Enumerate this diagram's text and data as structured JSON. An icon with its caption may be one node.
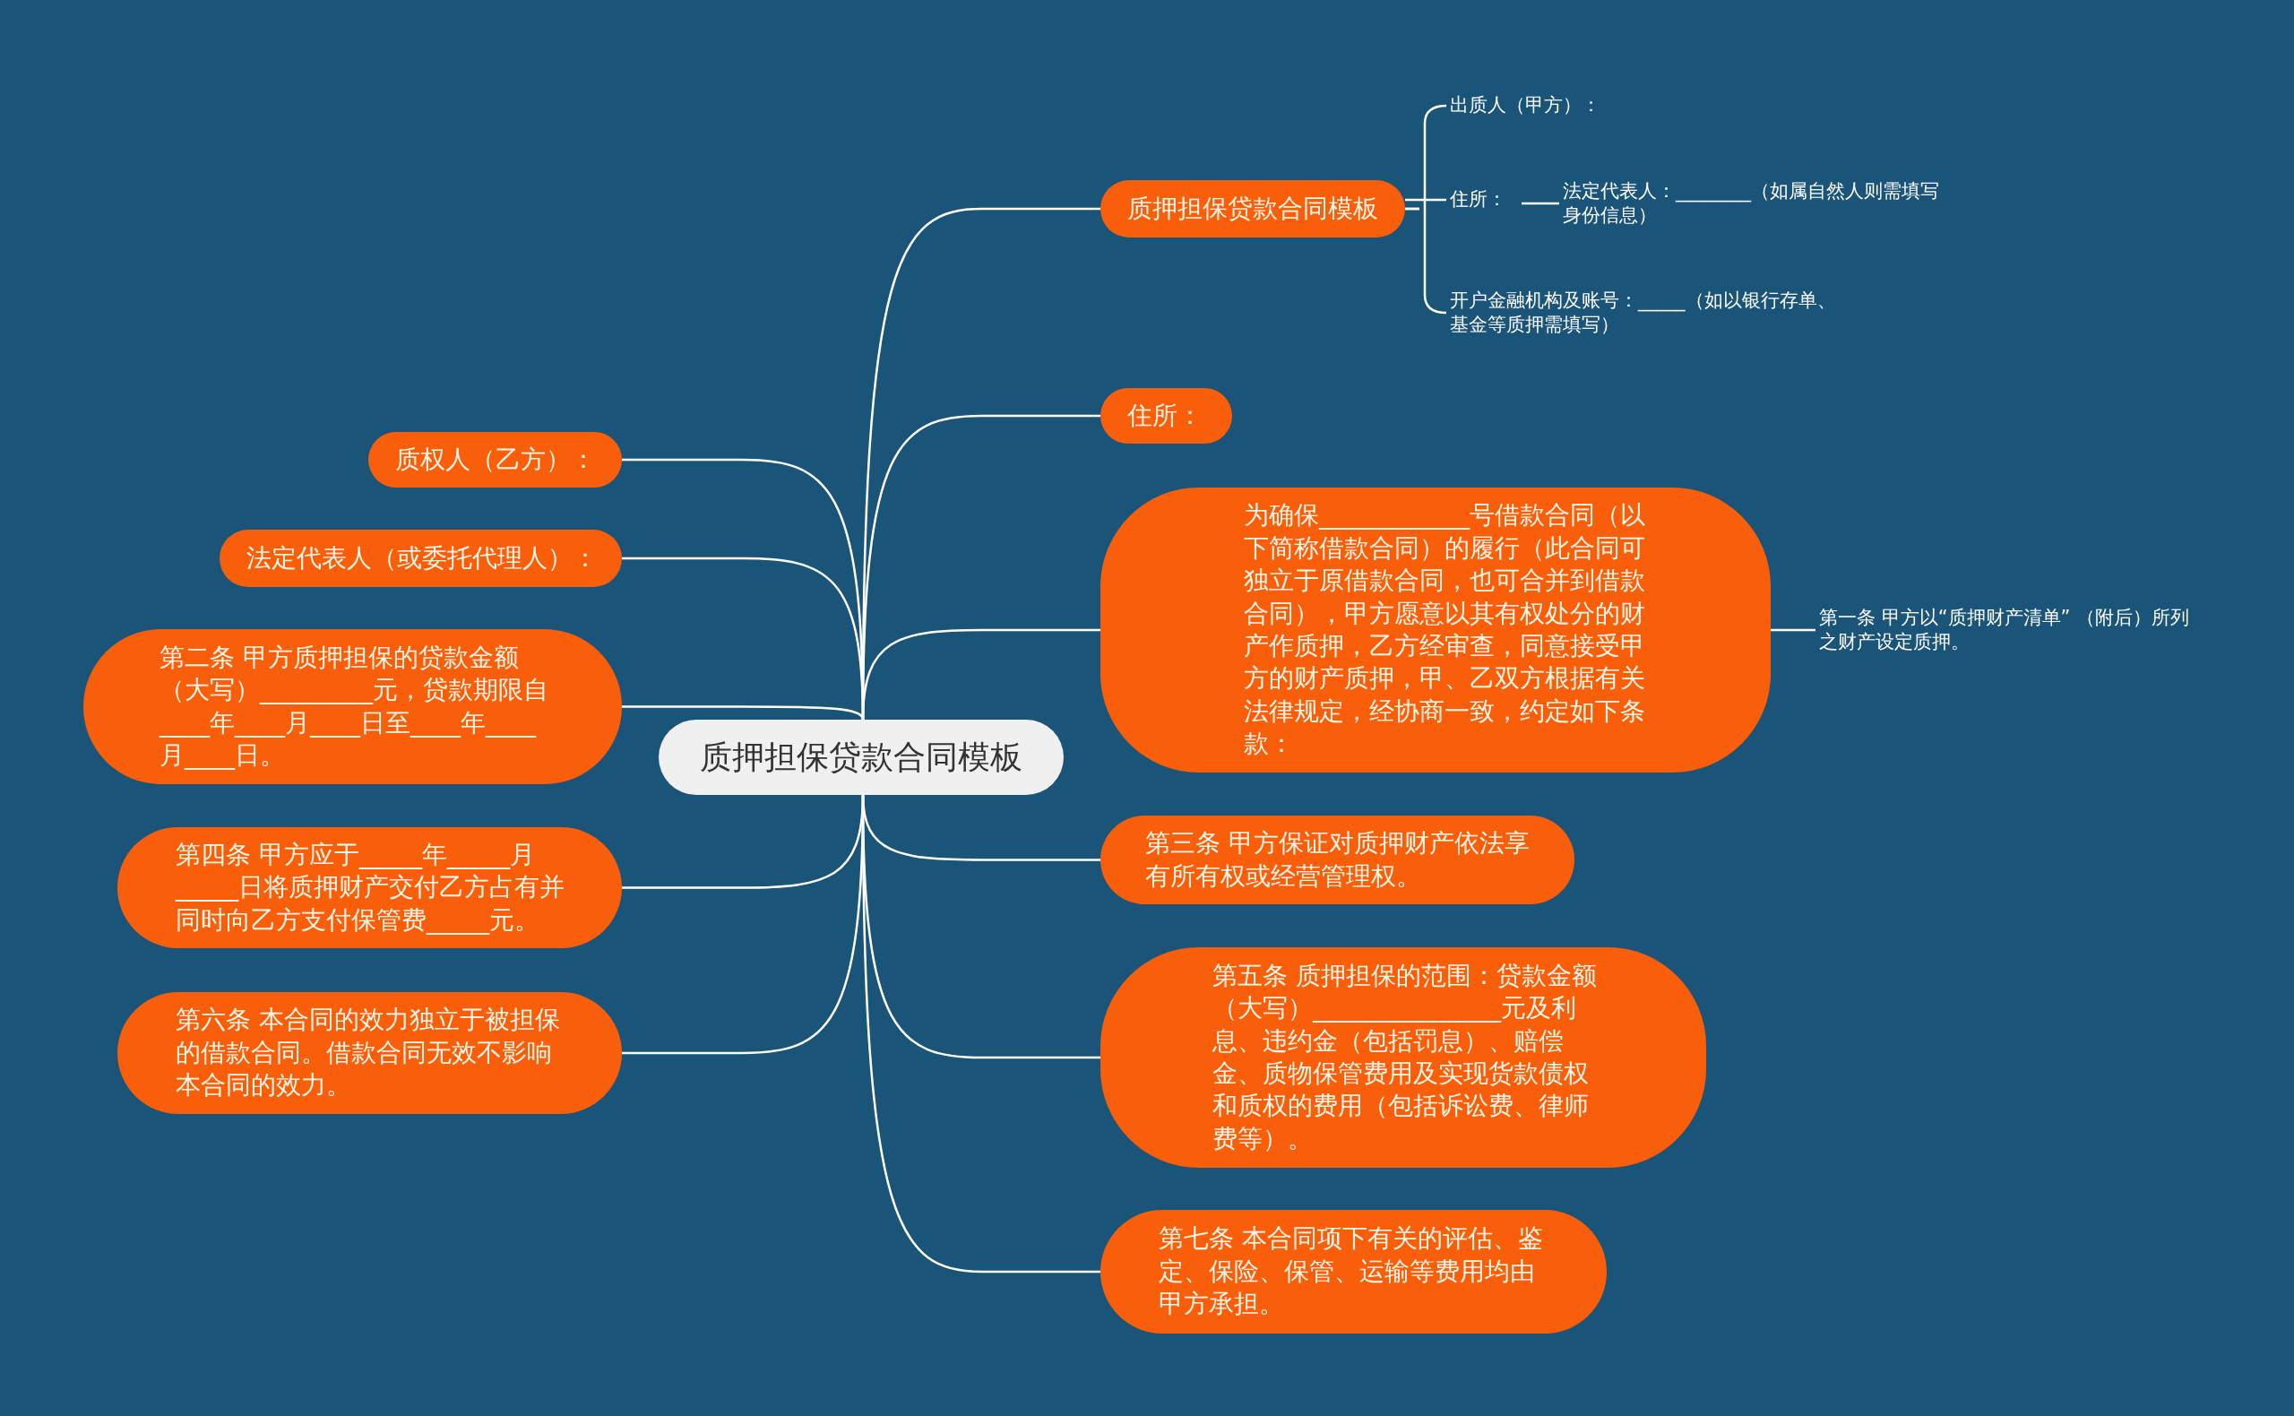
{
  "diagram": {
    "nodes": [
      {
        "text": [
          "质押担保贷款合同模板"
        ]
      },
      {
        "text": [
          "质押担保贷款合同模板"
        ]
      },
      {
        "text": [
          "出质人（甲方）："
        ]
      },
      {
        "text": [
          "住所："
        ]
      },
      {
        "text": [
          "法定代表人：________（如属自然人则需填写身份信息）"
        ]
      },
      {
        "text": [
          "开户金融机构及账号：_____（如以银行存单、基金等质押需填写）"
        ]
      },
      {
        "text": [
          "住所："
        ]
      },
      {
        "text": [
          "为确保____________号借款合同（以下简称借款合同）的履行（此合同可独立于原借款合同，也可合并到借款合同），甲方愿意以其有权处分的财产作质押，乙方经审查，同意接受甲方的财产质押，甲、乙双方根据有关法律规定，经协商一致，约定如下条款："
        ]
      },
      {
        "text": [
          "第一条  甲方以“质押财产清单” （附后）所列之财产设定质押。"
        ]
      },
      {
        "text": [
          "第三条  甲方保证对质押财产依法享有所有权或经营管理权。"
        ]
      },
      {
        "text": [
          "第五条  质押担保的范围：贷款金额（大写）_______________元及利息、违约金（包括罚息）、赔偿金、质物保管费用及实现货款债权和质权的费用（包括诉讼费、律师费等）。"
        ]
      },
      {
        "text": [
          "第七条  本合同项下有关的评估、鉴定、保险、保管、运输等费用均由甲方承担。"
        ]
      },
      {
        "text": [
          "质权人（乙方）："
        ]
      },
      {
        "text": [
          "法定代表人（或委托代理人）："
        ]
      },
      {
        "text": [
          "第二条  甲方质押担保的贷款金额（大写）_________元，贷款期限自____年____月____日至____年____月____日。"
        ]
      },
      {
        "text": [
          "第四条  甲方应于_____年_____月_____日将质押财产交付乙方占有并同时向乙方支付保管费_____元。"
        ]
      },
      {
        "text": [
          "第六条  本合同的效力独立于被担保的借款合同。借款合同无效不影响本合同的效力。"
        ]
      }
    ],
    "edges": [
      {
        "from": 0,
        "to": 1,
        "arrow": "none"
      },
      {
        "from": 0,
        "to": 6,
        "arrow": "none"
      },
      {
        "from": 0,
        "to": 7,
        "arrow": "none"
      },
      {
        "from": 0,
        "to": 9,
        "arrow": "none"
      },
      {
        "from": 0,
        "to": 10,
        "arrow": "none"
      },
      {
        "from": 0,
        "to": 11,
        "arrow": "none"
      },
      {
        "from": 0,
        "to": 12,
        "arrow": "none"
      },
      {
        "from": 0,
        "to": 13,
        "arrow": "none"
      },
      {
        "from": 0,
        "to": 14,
        "arrow": "none"
      },
      {
        "from": 0,
        "to": 15,
        "arrow": "none"
      },
      {
        "from": 0,
        "to": 16,
        "arrow": "none"
      },
      {
        "from": 1,
        "to": 2,
        "arrow": "none"
      },
      {
        "from": 1,
        "to": 3,
        "arrow": "none"
      },
      {
        "from": 1,
        "to": 5,
        "arrow": "none"
      },
      {
        "from": 3,
        "to": 4,
        "arrow": "none"
      },
      {
        "from": 7,
        "to": 8,
        "arrow": "none"
      }
    ]
  }
}
